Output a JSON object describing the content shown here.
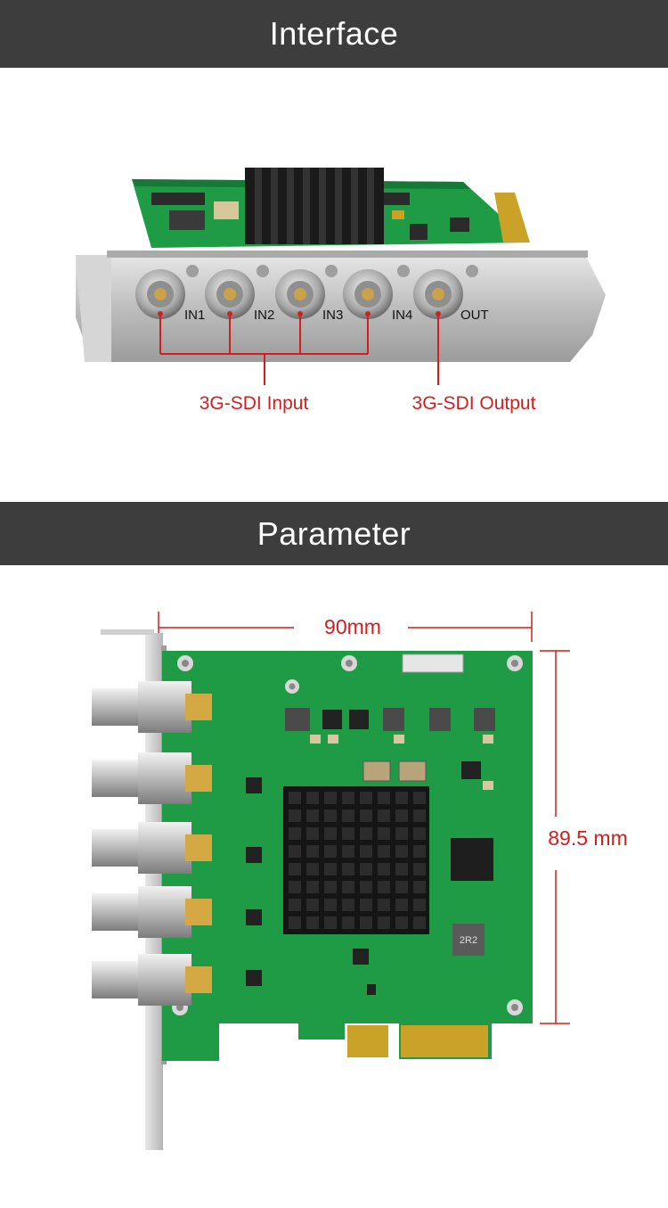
{
  "interface": {
    "title": "Interface",
    "ports": [
      "IN1",
      "IN2",
      "IN3",
      "IN4",
      "OUT"
    ],
    "input_callout": "3G-SDI Input",
    "output_callout": "3G-SDI Output"
  },
  "parameter": {
    "title": "Parameter",
    "width_label": "90mm",
    "height_label": "89.5 mm",
    "chip_label": "2R2"
  },
  "colors": {
    "banner_bg": "#3d3d3d",
    "banner_text": "#ffffff",
    "callout_red": "#d11f1f",
    "pcb_green": "#1f9a45",
    "bracket_silver": "#c8c8c8",
    "gold_contacts": "#c9a227"
  }
}
